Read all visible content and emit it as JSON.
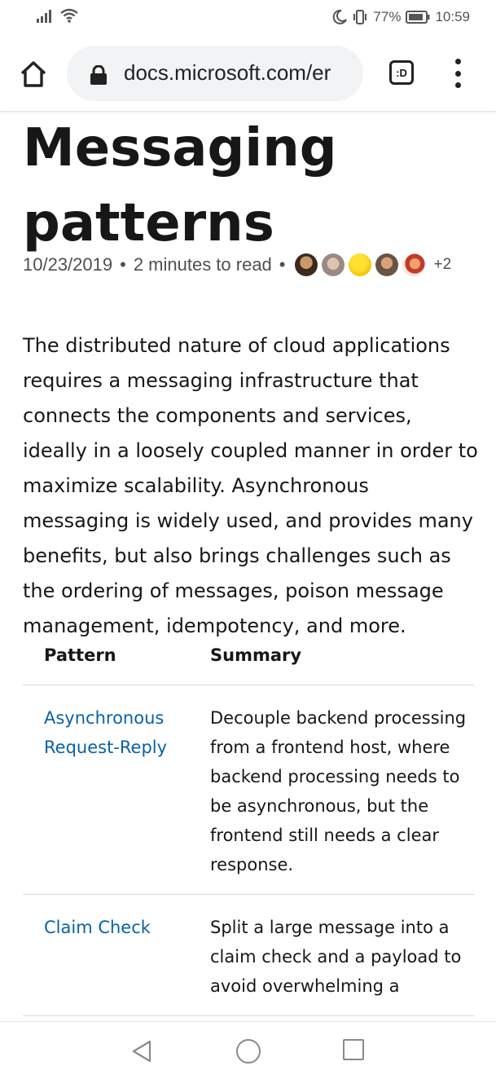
{
  "status_bar": {
    "battery": "77%",
    "time": "10:59"
  },
  "browser": {
    "url": "docs.microsoft.com/er",
    "tab_label": ":D"
  },
  "article": {
    "title_line1": "Messaging",
    "title_line2": "patterns",
    "date": "10/23/2019",
    "read_time": "2 minutes to read",
    "contributors_extra": "+2",
    "intro": "The distributed nature of cloud applications requires a messaging infrastructure that connects the components and services, ideally in a loosely coupled manner in order to maximize scalability. Asynchronous messaging is widely used, and provides many benefits, but also brings challenges such as the ordering of messages, poison message management, idempotency, and more."
  },
  "table": {
    "headers": [
      "Pattern",
      "Summary"
    ],
    "rows": [
      {
        "pattern": "Asynchronous Request-Reply",
        "summary": "Decouple backend processing from a frontend host, where backend processing needs to be asynchronous, but the frontend still needs a clear response."
      },
      {
        "pattern": "Claim Check",
        "summary": "Split a large message into a claim check and a payload to avoid overwhelming a"
      }
    ]
  },
  "colors": {
    "link": "#0a62a5",
    "text": "#171717",
    "meta": "#505050"
  }
}
